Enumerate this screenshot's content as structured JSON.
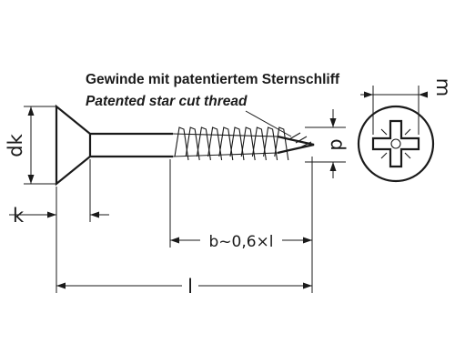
{
  "annotation": {
    "line_de": "Gewinde mit patentiertem Sternschliff",
    "line_en": "Patented star cut thread"
  },
  "dimensions": {
    "head_diameter": "dk",
    "head_height": "k",
    "thread_length": "b~0,6×l",
    "total_length": "l",
    "thread_diameter": "d",
    "recess_size": "m"
  },
  "colors": {
    "ink": "#1a1a1a",
    "background": "#ffffff"
  },
  "icons": {
    "recess": "pozidriv-recess-icon"
  }
}
